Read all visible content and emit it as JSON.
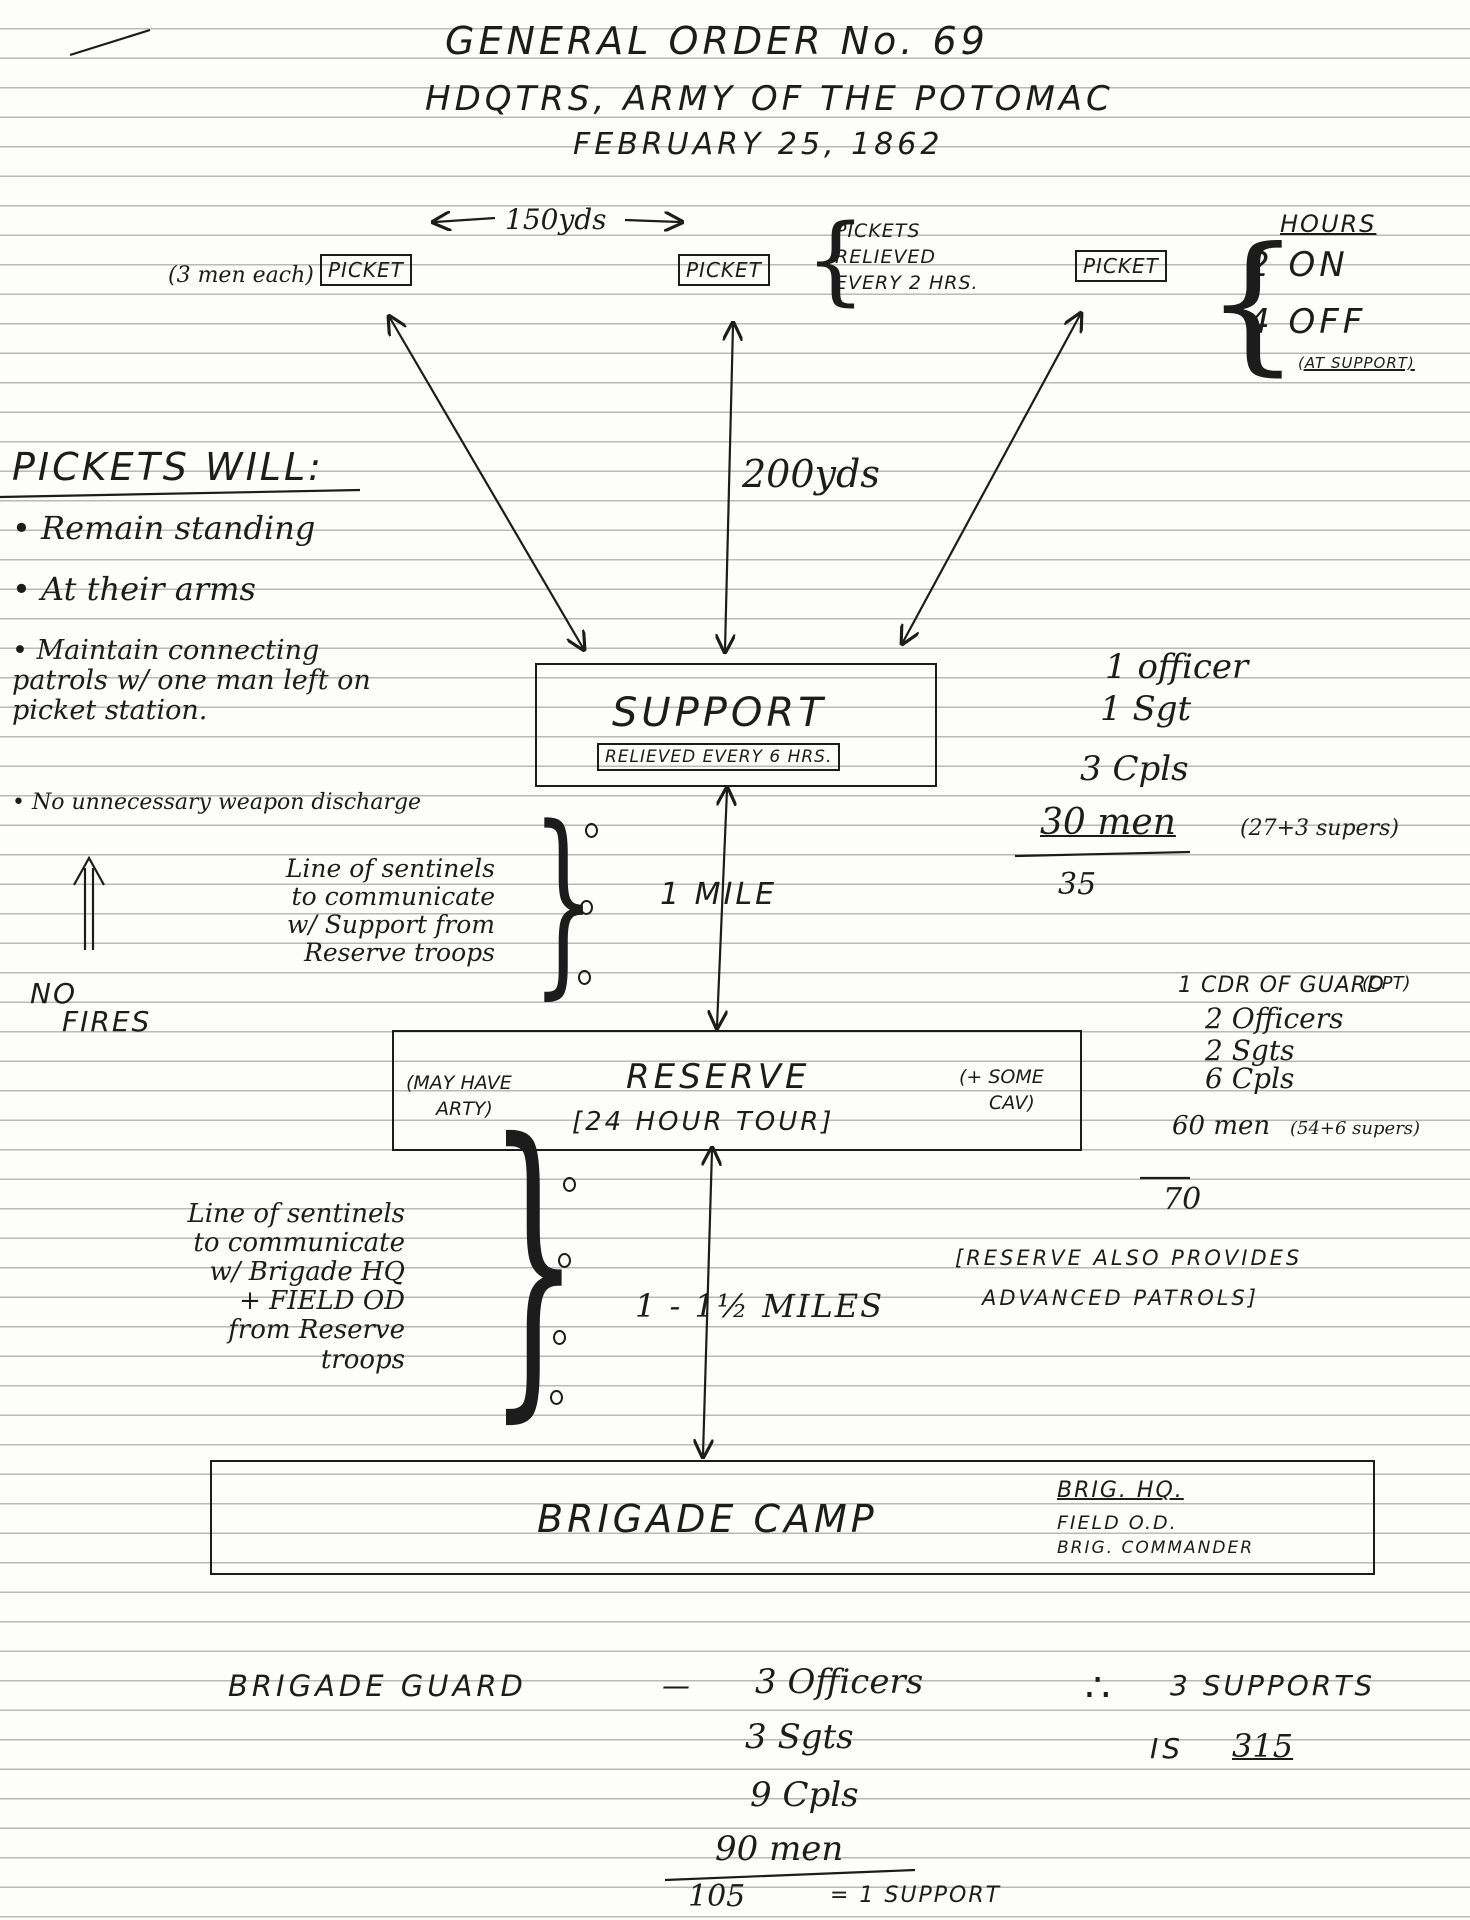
{
  "title": {
    "line1": "GENERAL ORDER No. 69",
    "line2": "HDQTRS, ARMY OF THE POTOMAC",
    "line3": "FEBRUARY 25, 1862"
  },
  "top": {
    "spacing": "150yds",
    "picket_size": "(3 men each)",
    "picket_label": "PICKET",
    "picket_note": [
      "PICKETS",
      "RELIEVED",
      "EVERY 2 HRS."
    ],
    "hours_title": "HOURS",
    "hours_on": "2 ON",
    "hours_off": "4 OFF",
    "hours_off_note": "(AT SUPPORT)",
    "distance_to_support": "200yds"
  },
  "pickets_will": {
    "heading": "PICKETS WILL:",
    "items": [
      "Remain standing",
      "At their arms",
      "Maintain connecting patrols w/ one man left on picket station.",
      "No unnecessary weapon discharge"
    ],
    "no_fires": [
      "NO",
      "FIRES"
    ]
  },
  "support": {
    "label": "SUPPORT",
    "relief": "RELIEVED EVERY 6 HRS.",
    "sentinel_note": [
      "Line of sentinels",
      "to communicate",
      "w/ Support from",
      "Reserve troops"
    ],
    "distance": "1 MILE",
    "composition": [
      "1 officer",
      "1 Sgt",
      "3 Cpls",
      "30 men",
      "(27+3 supers)"
    ],
    "total": "35"
  },
  "reserve": {
    "label": "RESERVE",
    "tour": "[24 HOUR TOUR]",
    "left_note": [
      "(MAY HAVE",
      "ARTY)"
    ],
    "right_note": [
      "(+ SOME",
      "CAV)"
    ],
    "composition_title": "(CPT)",
    "composition": [
      "1 CDR OF GUARD",
      "2 Officers",
      "2 Sgts",
      "6 Cpls",
      "60 men",
      "(54+6 supers)"
    ],
    "total": "70",
    "note": [
      "[RESERVE ALSO PROVIDES",
      "ADVANCED PATROLS]"
    ],
    "sentinel_note": [
      "Line of sentinels",
      "to communicate",
      "w/ Brigade HQ",
      "+ FIELD OD",
      "from Reserve",
      "troops"
    ],
    "distance": "1 - 1½ MILES"
  },
  "brigade": {
    "label": "BRIGADE CAMP",
    "hq_title": "BRIG. HQ.",
    "hq_items": [
      "FIELD O.D.",
      "BRIG. COMMANDER"
    ]
  },
  "guard": {
    "label": "BRIGADE GUARD",
    "dash": "—",
    "composition": [
      "3 Officers",
      "3 Sgts",
      "9 Cpls",
      "90 men"
    ],
    "total": "105",
    "equals": "= 1 SUPPORT",
    "therefore": "∴",
    "result": [
      "3 SUPPORTS",
      "IS",
      "315"
    ]
  }
}
